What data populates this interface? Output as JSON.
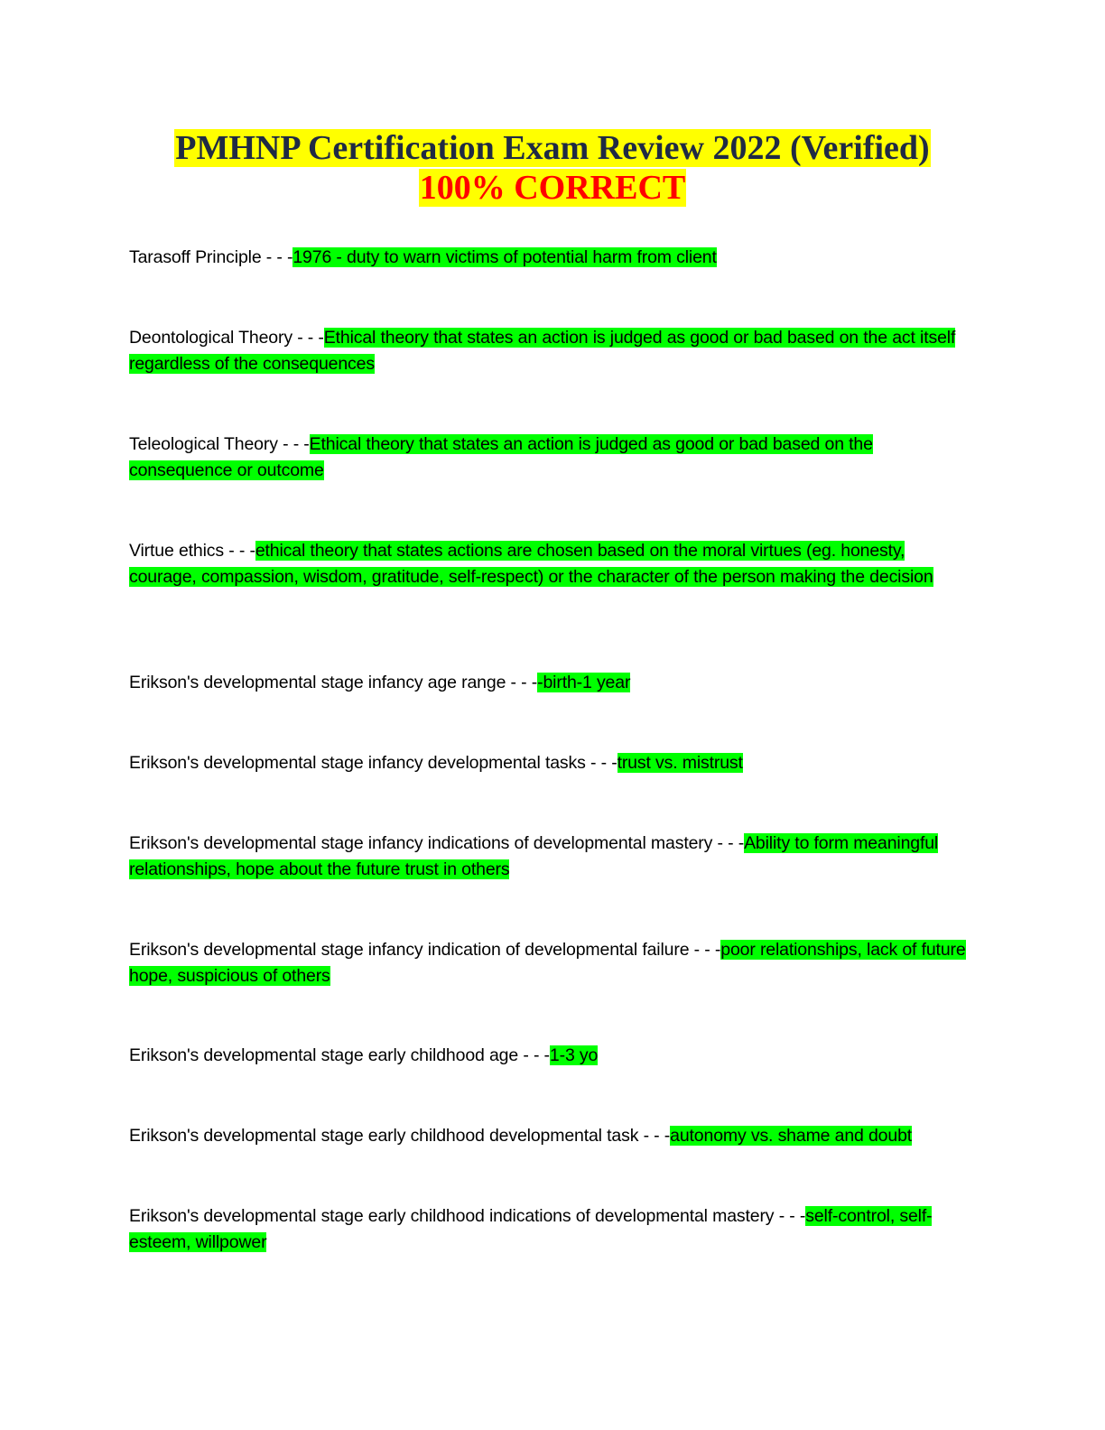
{
  "document": {
    "title_line1": "PMHNP Certification Exam Review 2022 (Verified)",
    "title_line2": "100% CORRECT",
    "highlight_colors": {
      "title": "#ffff00",
      "title_line1_text": "#1f2a44",
      "title_line2_text": "#ff0000",
      "answer": "#00ff00"
    },
    "separator": " - - -",
    "entries": [
      {
        "term": "Tarasoff Principle",
        "answer": "1976 - duty to warn victims of potential harm from client"
      },
      {
        "term": "Deontological Theory",
        "answer": "Ethical theory that states an action is judged as good or bad based on the act itself regardless of the consequences"
      },
      {
        "term": "Teleological Theory",
        "answer": "Ethical theory that states an action is judged as good or bad based on the consequence or outcome"
      },
      {
        "term": "Virtue ethics",
        "answer": "ethical theory that states actions are chosen based on the moral virtues (eg. honesty, courage, compassion, wisdom, gratitude, self-respect) or the character of the person making the decision"
      },
      {
        "term": "Erikson's developmental stage infancy age range",
        "answer": "-birth-1 year"
      },
      {
        "term": "Erikson's developmental stage infancy developmental tasks",
        "answer": "trust vs. mistrust"
      },
      {
        "term": "Erikson's developmental stage infancy indications of developmental mastery",
        "answer": "Ability to form meaningful relationships, hope about the future trust in others"
      },
      {
        "term": "Erikson's developmental stage infancy indication of developmental failure",
        "answer": "poor relationships, lack of future hope, suspicious of others"
      },
      {
        "term": "Erikson's developmental stage early childhood age",
        "answer": "1-3 yo"
      },
      {
        "term": "Erikson's developmental stage early childhood developmental task",
        "answer": "autonomy vs. shame and doubt"
      },
      {
        "term": "Erikson's developmental stage early childhood indications of developmental mastery",
        "answer": "self-control, self-esteem, willpower"
      }
    ]
  }
}
